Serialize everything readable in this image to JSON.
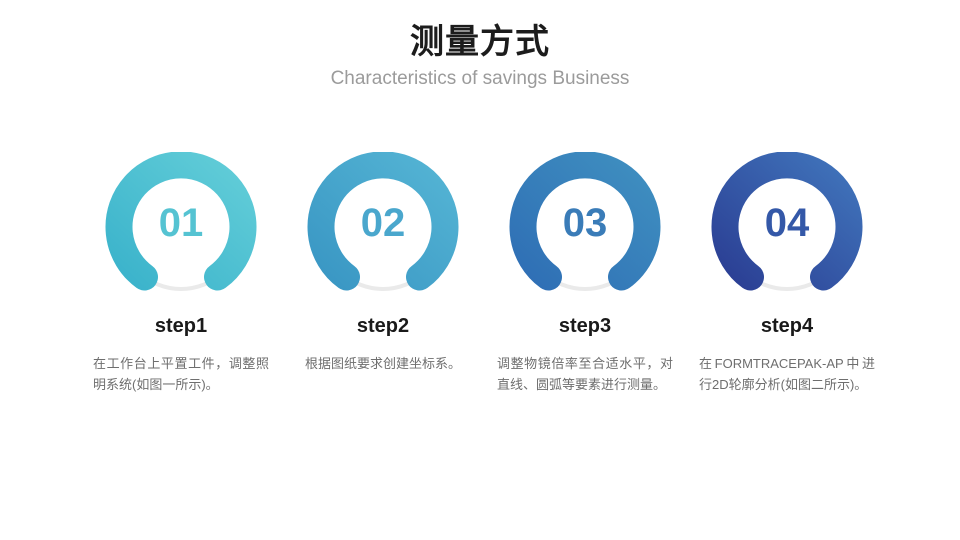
{
  "header": {
    "title": "测量方式",
    "subtitle": "Characteristics of savings Business"
  },
  "colors": {
    "title": "#1c1c1c",
    "subtitle": "#9b9b9b",
    "label": "#1a1a1a",
    "description": "#6e6e6e",
    "track": "#eaeaea",
    "background": "#ffffff"
  },
  "steps": [
    {
      "number": "01",
      "label": "step1",
      "description": "在工作台上平置工件，调整照明系统(如图一所示)。",
      "color_start": "#62cdd8",
      "color_end": "#3bb3cb",
      "number_color": "#55c3d2",
      "align": "justify"
    },
    {
      "number": "02",
      "label": "step2",
      "description": "根据图纸要求创建坐标系。",
      "color_start": "#54b4d4",
      "color_end": "#3a97c4",
      "number_color": "#4aa7cd",
      "align": "center"
    },
    {
      "number": "03",
      "label": "step3",
      "description": "调整物镜倍率至合适水平，对直线、圆弧等要素进行测量。",
      "color_start": "#3f8fc0",
      "color_end": "#2f6fb5",
      "number_color": "#3a7cb8",
      "align": "justify"
    },
    {
      "number": "04",
      "label": "step4",
      "description": "在FORMTRACEPAK-AP中进行2D轮廓分析(如图二所示)。",
      "color_start": "#4074bb",
      "color_end": "#2b3f94",
      "number_color": "#3458a8",
      "align": "justify"
    }
  ]
}
